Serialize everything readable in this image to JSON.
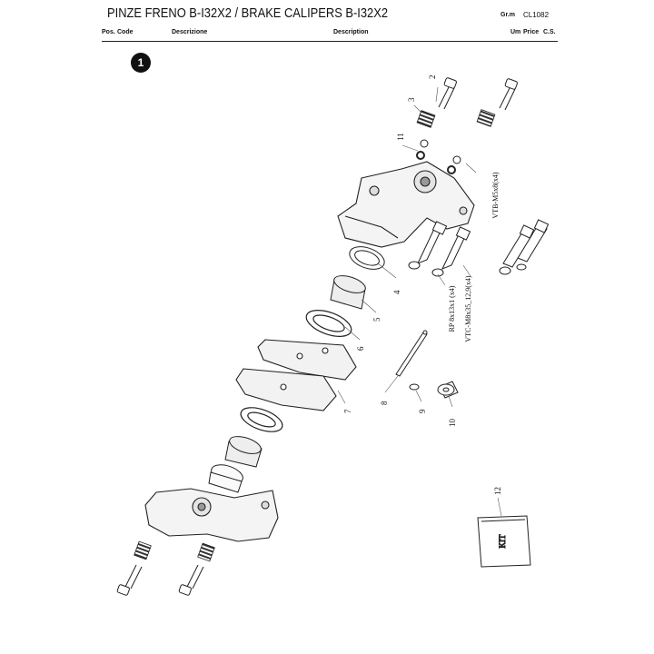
{
  "header": {
    "title": "PINZE FRENO B-I32X2 / BRAKE CALIPERS B-I32X2",
    "grm_label": "Gr.m",
    "grm_code": "CL1082"
  },
  "columns": {
    "pos": "Pos.",
    "code": "Code",
    "descrizione": "Descrizione",
    "description": "Description",
    "um": "Um",
    "price": "Price",
    "cs": "C.S."
  },
  "drawing": {
    "group_number": "1",
    "callouts": [
      "2",
      "3",
      "4",
      "5",
      "6",
      "7",
      "8",
      "9",
      "10",
      "11",
      "12"
    ],
    "hardware_labels": {
      "vtb": "VTB-M5x8(x4)",
      "rp": "RP 8x13x1 (x4)",
      "vtc": "VTC-M8x35_12,9(x4)"
    },
    "kit_label": "KIT"
  }
}
